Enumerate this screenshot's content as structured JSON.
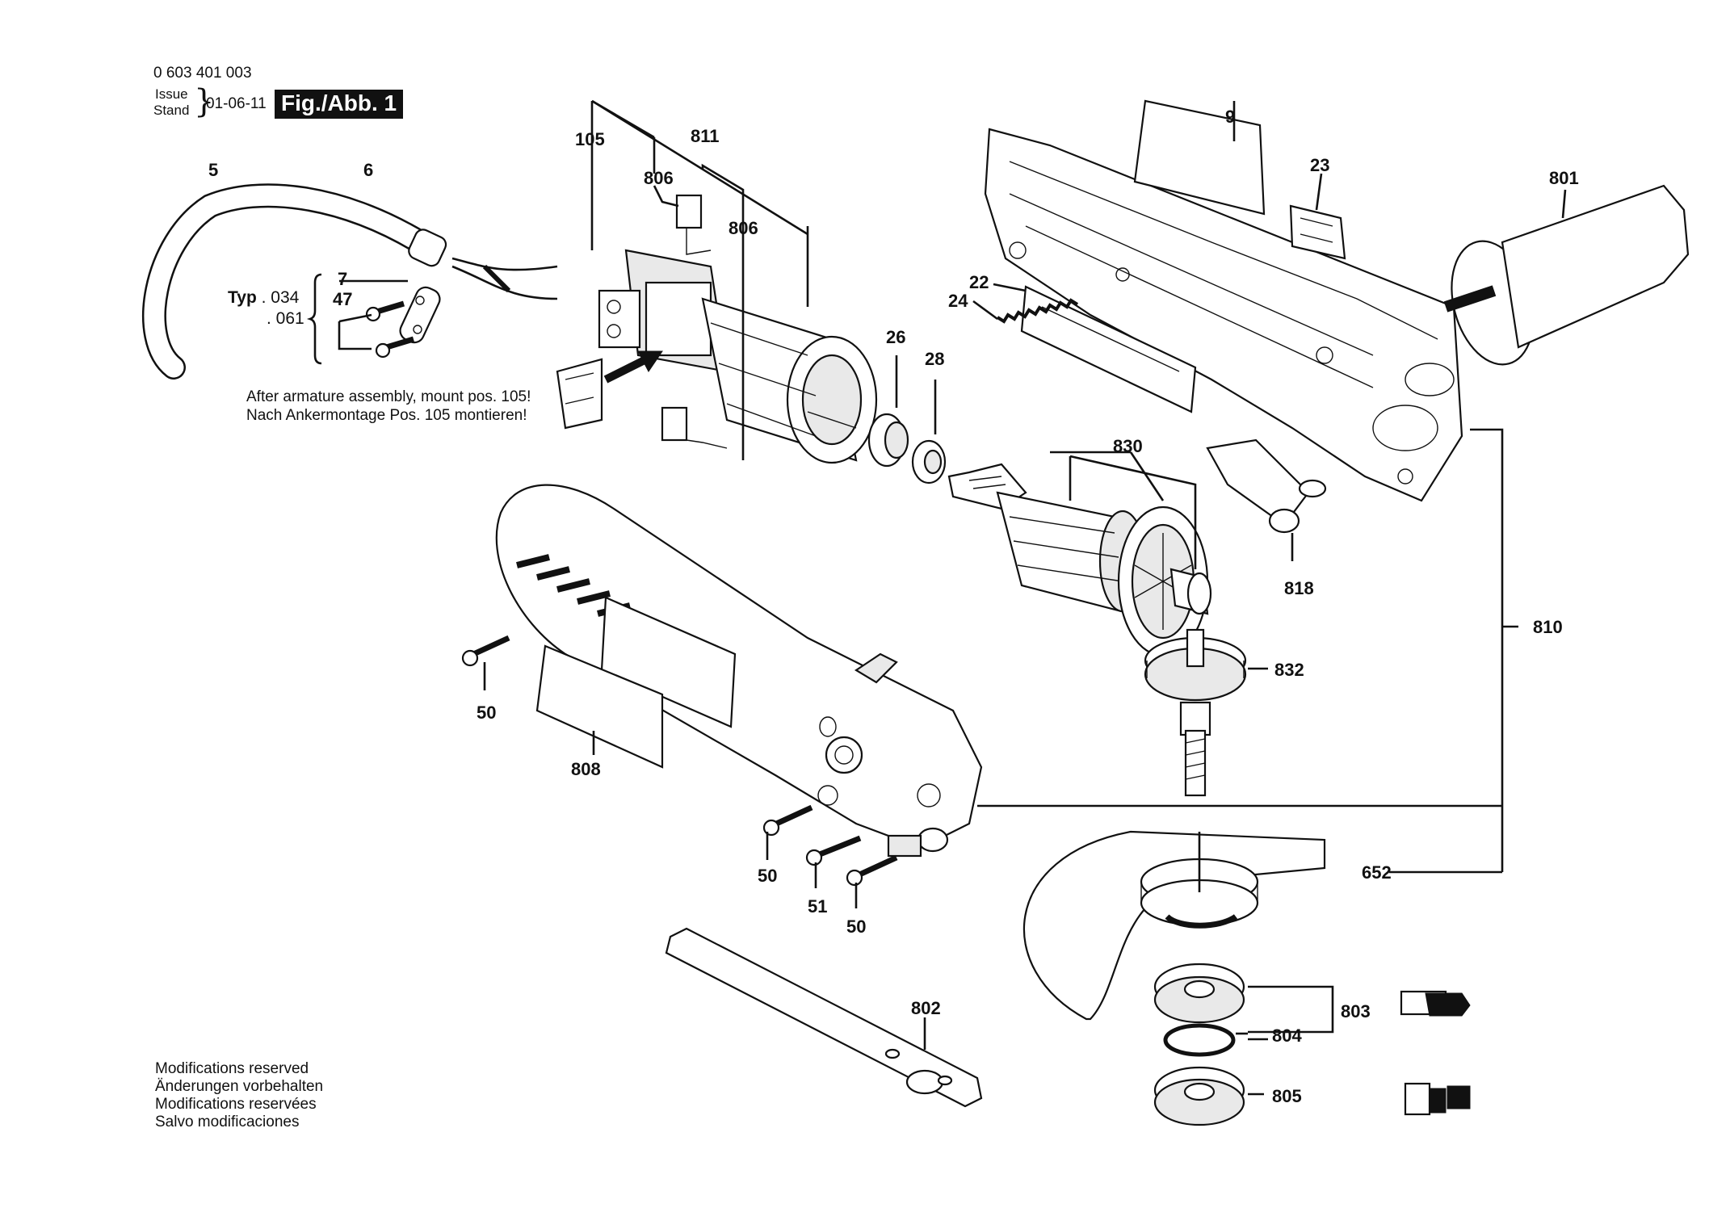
{
  "header": {
    "part_number": "0 603 401 003",
    "issue_label": "Issue",
    "stand_label": "Stand",
    "date": "01-06-11",
    "figure_badge": "Fig./Abb. 1"
  },
  "notes": {
    "line_en": "After armature assembly, mount pos. 105!",
    "line_de": "Nach Ankermontage Pos. 105 montieren!"
  },
  "typ": {
    "label": "Typ",
    "code_1": ". 034",
    "code_2": ". 061"
  },
  "modifications": [
    "Modifications reserved",
    "Änderungen vorbehalten",
    "Modifications reservées",
    "Salvo modificaciones"
  ],
  "part_labels": {
    "p5": "5",
    "p6": "6",
    "p7": "7",
    "p47": "47",
    "p105": "105",
    "p811": "811",
    "p806a": "806",
    "p806b": "806",
    "p26": "26",
    "p28": "28",
    "p9": "9",
    "p23": "23",
    "p801": "801",
    "p22": "22",
    "p24": "24",
    "p830": "830",
    "p818": "818",
    "p810": "810",
    "p832": "832",
    "p50a": "50",
    "p808": "808",
    "p50b": "50",
    "p51": "51",
    "p50c": "50",
    "p652": "652",
    "p802": "802",
    "p803": "803",
    "p804": "804",
    "p805": "805"
  }
}
